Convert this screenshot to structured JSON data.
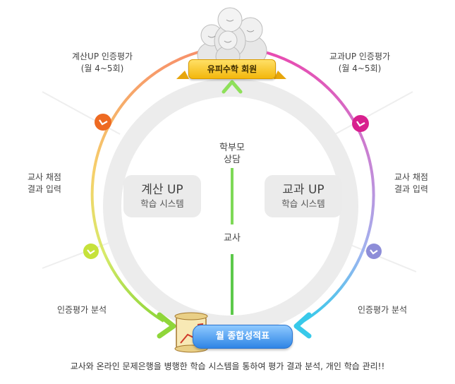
{
  "top_badge": "유피수학 회원",
  "bottom_badge": "월 종합성적표",
  "left_top_label": {
    "line1": "계산UP 인증평가",
    "line2": "(월 4~5회)"
  },
  "right_top_label": {
    "line1": "교과UP 인증평가",
    "line2": "(월 4~5회)"
  },
  "left_mid_label": {
    "line1": "교사 채점",
    "line2": "결과 입력"
  },
  "right_mid_label": {
    "line1": "교사 채점",
    "line2": "결과 입력"
  },
  "left_bottom_label": "인증평가 분석",
  "right_bottom_label": "인증평가 분석",
  "left_system": {
    "title": "계산 UP",
    "subtitle": "학습 시스템"
  },
  "right_system": {
    "title": "교과 UP",
    "subtitle": "학습 시스템"
  },
  "center_label_top": {
    "line1": "학부모",
    "line2": "상담"
  },
  "center_label_bottom": "교사",
  "caption": "교사와 온라인 문제은행을 병행한 학습 시스템을 통하여 평가 결과 분석, 개인  학습 관리!!",
  "colors": {
    "left_arc": [
      "#f7906a",
      "#f6d06b",
      "#d8ea6a",
      "#8fd63a"
    ],
    "right_arc": [
      "#e94ab0",
      "#c38ad8",
      "#9fb4f0",
      "#38c9ea"
    ],
    "center_arrow": "#7ed957",
    "ring": "#ececec"
  }
}
